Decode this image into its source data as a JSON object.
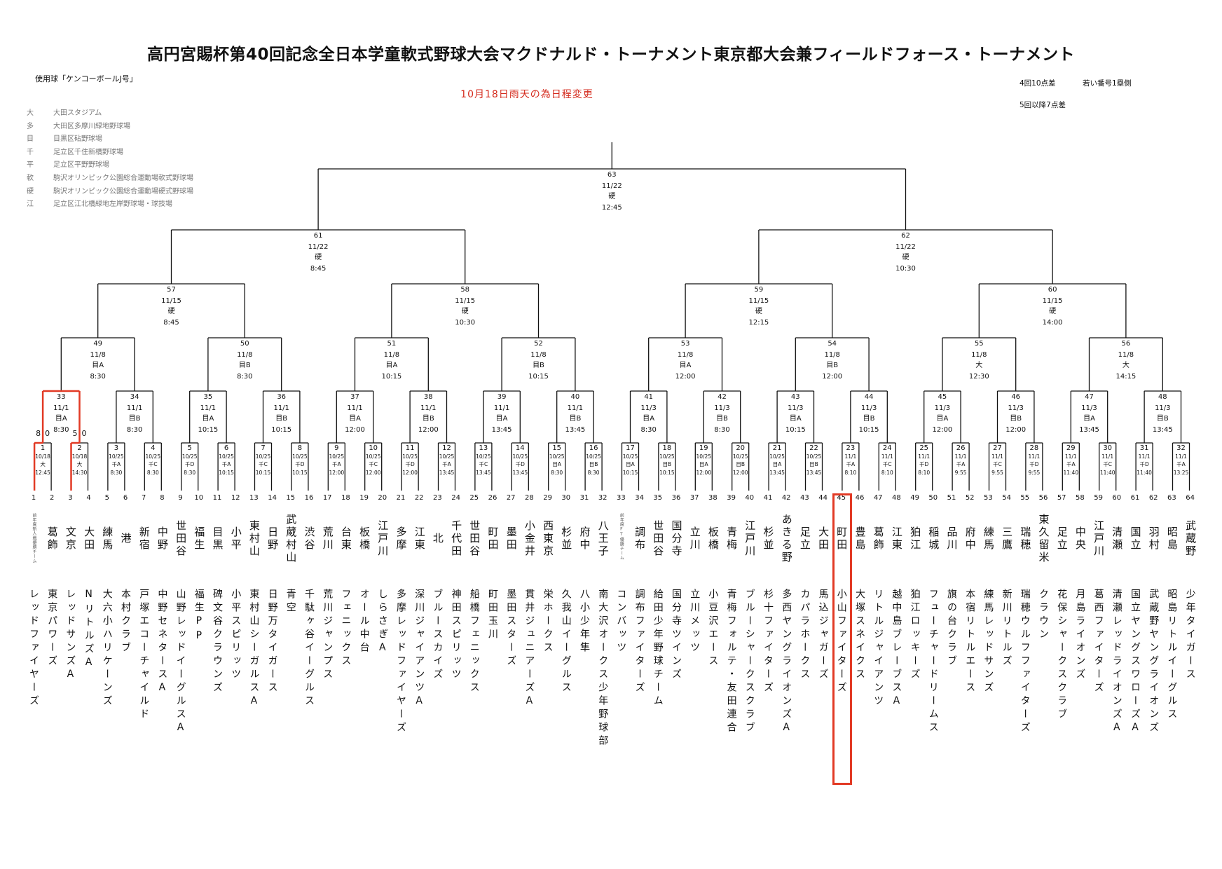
{
  "title": "高円宮賜杯第40回記念全日本学童軟式野球大会マクドナルド・トーナメント東京都大会兼フィールドフォース・トーナメント",
  "ball": "使用球「ケンコーボールJ号」",
  "notice": "10月18日雨天の為日程変更",
  "notes": {
    "rule4": "4回10点差",
    "side": "若い番号1塁側",
    "rule5": "5回以降7点差"
  },
  "legend": [
    {
      "code": "大",
      "name": "大田スタジアム"
    },
    {
      "code": "多",
      "name": "大田区多摩川緑地野球場"
    },
    {
      "code": "目",
      "name": "目黒区砧野球場"
    },
    {
      "code": "千",
      "name": "足立区千住新橋野球場"
    },
    {
      "code": "平",
      "name": "足立区平野野球場"
    },
    {
      "code": "軟",
      "name": "駒沢オリンピック公園総合運動場軟式野球場"
    },
    {
      "code": "硬",
      "name": "駒沢オリンピック公園総合運動場硬式野球場"
    },
    {
      "code": "江",
      "name": "足立区江北橋緑地左岸野球場・球技場"
    }
  ],
  "games": [
    {
      "no": "1",
      "date": "10/18",
      "venue": "大",
      "time": "12:45"
    },
    {
      "no": "2",
      "date": "10/18",
      "venue": "大",
      "time": "14:30"
    },
    {
      "no": "3",
      "date": "10/25",
      "venue": "千A",
      "time": "8:30"
    },
    {
      "no": "4",
      "date": "10/25",
      "venue": "千C",
      "time": "8:30"
    },
    {
      "no": "5",
      "date": "10/25",
      "venue": "千D",
      "time": "8:30"
    },
    {
      "no": "6",
      "date": "10/25",
      "venue": "千A",
      "time": "10:15"
    },
    {
      "no": "7",
      "date": "10/25",
      "venue": "千C",
      "time": "10:15"
    },
    {
      "no": "8",
      "date": "10/25",
      "venue": "千D",
      "time": "10:15"
    },
    {
      "no": "9",
      "date": "10/25",
      "venue": "千A",
      "time": "12:00"
    },
    {
      "no": "10",
      "date": "10/25",
      "venue": "千C",
      "time": "12:00"
    },
    {
      "no": "11",
      "date": "10/25",
      "venue": "千D",
      "time": "12:00"
    },
    {
      "no": "12",
      "date": "10/25",
      "venue": "千A",
      "time": "13:45"
    },
    {
      "no": "13",
      "date": "10/25",
      "venue": "千C",
      "time": "13:45"
    },
    {
      "no": "14",
      "date": "10/25",
      "venue": "千D",
      "time": "13:45"
    },
    {
      "no": "15",
      "date": "10/25",
      "venue": "目A",
      "time": "8:30"
    },
    {
      "no": "16",
      "date": "10/25",
      "venue": "目B",
      "time": "8:30"
    },
    {
      "no": "17",
      "date": "10/25",
      "venue": "目A",
      "time": "10:15"
    },
    {
      "no": "18",
      "date": "10/25",
      "venue": "目B",
      "time": "10:15"
    },
    {
      "no": "19",
      "date": "10/25",
      "venue": "目A",
      "time": "12:00"
    },
    {
      "no": "20",
      "date": "10/25",
      "venue": "目B",
      "time": "12:00"
    },
    {
      "no": "21",
      "date": "10/25",
      "venue": "目A",
      "time": "13:45"
    },
    {
      "no": "22",
      "date": "10/25",
      "venue": "目B",
      "time": "13:45"
    },
    {
      "no": "23",
      "date": "11/1",
      "venue": "千A",
      "time": "8:10"
    },
    {
      "no": "24",
      "date": "11/1",
      "venue": "千C",
      "time": "8:10"
    },
    {
      "no": "25",
      "date": "11/1",
      "venue": "千D",
      "time": "8:10"
    },
    {
      "no": "26",
      "date": "11/1",
      "venue": "千A",
      "time": "9:55"
    },
    {
      "no": "27",
      "date": "11/1",
      "venue": "千C",
      "time": "9:55"
    },
    {
      "no": "28",
      "date": "11/1",
      "venue": "千D",
      "time": "9:55"
    },
    {
      "no": "29",
      "date": "11/1",
      "venue": "千A",
      "time": "11:40"
    },
    {
      "no": "30",
      "date": "11/1",
      "venue": "千C",
      "time": "11:40"
    },
    {
      "no": "31",
      "date": "11/1",
      "venue": "千D",
      "time": "11:40"
    },
    {
      "no": "32",
      "date": "11/1",
      "venue": "千A",
      "time": "13:25"
    },
    {
      "no": "33",
      "date": "11/1",
      "venue": "目A",
      "time": "8:30"
    },
    {
      "no": "34",
      "date": "11/1",
      "venue": "目B",
      "time": "8:30"
    },
    {
      "no": "35",
      "date": "11/1",
      "venue": "目A",
      "time": "10:15"
    },
    {
      "no": "36",
      "date": "11/1",
      "venue": "目B",
      "time": "10:15"
    },
    {
      "no": "37",
      "date": "11/1",
      "venue": "目A",
      "time": "12:00"
    },
    {
      "no": "38",
      "date": "11/1",
      "venue": "目B",
      "time": "12:00"
    },
    {
      "no": "39",
      "date": "11/1",
      "venue": "目A",
      "time": "13:45"
    },
    {
      "no": "40",
      "date": "11/1",
      "venue": "目B",
      "time": "13:45"
    },
    {
      "no": "41",
      "date": "11/3",
      "venue": "目A",
      "time": "8:30"
    },
    {
      "no": "42",
      "date": "11/3",
      "venue": "目B",
      "time": "8:30"
    },
    {
      "no": "43",
      "date": "11/3",
      "venue": "目A",
      "time": "10:15"
    },
    {
      "no": "44",
      "date": "11/3",
      "venue": "目B",
      "time": "10:15"
    },
    {
      "no": "45",
      "date": "11/3",
      "venue": "目A",
      "time": "12:00"
    },
    {
      "no": "46",
      "date": "11/3",
      "venue": "目B",
      "time": "12:00"
    },
    {
      "no": "47",
      "date": "11/3",
      "venue": "目A",
      "time": "13:45"
    },
    {
      "no": "48",
      "date": "11/3",
      "venue": "目B",
      "time": "13:45"
    },
    {
      "no": "49",
      "date": "11/8",
      "venue": "目A",
      "time": "8:30"
    },
    {
      "no": "50",
      "date": "11/8",
      "venue": "目B",
      "time": "8:30"
    },
    {
      "no": "51",
      "date": "11/8",
      "venue": "目A",
      "time": "10:15"
    },
    {
      "no": "52",
      "date": "11/8",
      "venue": "目B",
      "time": "10:15"
    },
    {
      "no": "53",
      "date": "11/8",
      "venue": "目A",
      "time": "12:00"
    },
    {
      "no": "54",
      "date": "11/8",
      "venue": "目B",
      "time": "12:00"
    },
    {
      "no": "55",
      "date": "11/8",
      "venue": "大",
      "time": "12:30"
    },
    {
      "no": "56",
      "date": "11/8",
      "venue": "大",
      "time": "14:15"
    },
    {
      "no": "57",
      "date": "11/15",
      "venue": "硬",
      "time": "8:45"
    },
    {
      "no": "58",
      "date": "11/15",
      "venue": "硬",
      "time": "10:30"
    },
    {
      "no": "59",
      "date": "11/15",
      "venue": "硬",
      "time": "12:15"
    },
    {
      "no": "60",
      "date": "11/15",
      "venue": "硬",
      "time": "14:00"
    },
    {
      "no": "61",
      "date": "11/22",
      "venue": "硬",
      "time": "8:45"
    },
    {
      "no": "62",
      "date": "11/22",
      "venue": "硬",
      "time": "10:30"
    },
    {
      "no": "63",
      "date": "11/22",
      "venue": "硬",
      "time": "12:45"
    }
  ],
  "scores": [
    {
      "game": "1",
      "left": "8",
      "right": "0"
    },
    {
      "game": "2",
      "left": "5",
      "right": "0"
    }
  ],
  "teams": [
    {
      "no": "1",
      "area": "前年度新人戦優勝チーム",
      "name": "レッドファイヤーズ",
      "seed": true
    },
    {
      "no": "2",
      "area": "葛飾",
      "name": "東京パワーズ"
    },
    {
      "no": "3",
      "area": "文京",
      "name": "レッドサンズA"
    },
    {
      "no": "4",
      "area": "大田",
      "name": "NリトルズA"
    },
    {
      "no": "5",
      "area": "練馬",
      "name": "大六小ハリケーンズ"
    },
    {
      "no": "6",
      "area": "港",
      "name": "本村クラブ"
    },
    {
      "no": "7",
      "area": "新宿",
      "name": "戸塚エコーチャイルド"
    },
    {
      "no": "8",
      "area": "中野",
      "name": "中野セネタースA"
    },
    {
      "no": "9",
      "area": "世田谷",
      "name": "山野レッドイーグルスA"
    },
    {
      "no": "10",
      "area": "福生",
      "name": "福生PP"
    },
    {
      "no": "11",
      "area": "目黒",
      "name": "碑文谷クラウンズ"
    },
    {
      "no": "12",
      "area": "小平",
      "name": "小平スピリッツ"
    },
    {
      "no": "13",
      "area": "東村山",
      "name": "東村山シーガルスA"
    },
    {
      "no": "14",
      "area": "日野",
      "name": "日野万タイガース"
    },
    {
      "no": "15",
      "area": "武蔵村山",
      "name": "青空"
    },
    {
      "no": "16",
      "area": "渋谷",
      "name": "千駄ヶ谷イーグルス"
    },
    {
      "no": "17",
      "area": "荒川",
      "name": "荒川ジャンプス"
    },
    {
      "no": "18",
      "area": "台東",
      "name": "フェニックス"
    },
    {
      "no": "19",
      "area": "板橋",
      "name": "オール中台"
    },
    {
      "no": "20",
      "area": "江戸川",
      "name": "しらさぎA"
    },
    {
      "no": "21",
      "area": "多摩",
      "name": "多摩レッドファイヤーズ"
    },
    {
      "no": "22",
      "area": "江東",
      "name": "深川ジャイアンツA"
    },
    {
      "no": "23",
      "area": "北",
      "name": "ブルースカイズ"
    },
    {
      "no": "24",
      "area": "千代田",
      "name": "神田スピリッツ"
    },
    {
      "no": "25",
      "area": "世田谷",
      "name": "船橋フェニックス"
    },
    {
      "no": "26",
      "area": "町田",
      "name": "町田玉川"
    },
    {
      "no": "27",
      "area": "墨田",
      "name": "墨田スターズ"
    },
    {
      "no": "28",
      "area": "小金井",
      "name": "貫井ジュニアーズA"
    },
    {
      "no": "29",
      "area": "西東京",
      "name": "栄ホークス"
    },
    {
      "no": "30",
      "area": "杉並",
      "name": "久我山イーグルス"
    },
    {
      "no": "31",
      "area": "府中",
      "name": "八小少年隼"
    },
    {
      "no": "32",
      "area": "八王子",
      "name": "南大沢オークス少年野球部"
    },
    {
      "no": "33",
      "area": "前年度FT優勝チーム",
      "name": "コンバッツ",
      "seed": true
    },
    {
      "no": "34",
      "area": "調布",
      "name": "調布ファイターズ"
    },
    {
      "no": "35",
      "area": "世田谷",
      "name": "給田少年野球チーム"
    },
    {
      "no": "36",
      "area": "国分寺",
      "name": "国分寺ツインズ"
    },
    {
      "no": "37",
      "area": "立川",
      "name": "立川メッツ"
    },
    {
      "no": "38",
      "area": "板橋",
      "name": "小豆沢エース"
    },
    {
      "no": "39",
      "area": "青梅",
      "name": "青梅フォルテ・友田連合"
    },
    {
      "no": "40",
      "area": "江戸川",
      "name": "ブルーシャークスクラブ"
    },
    {
      "no": "41",
      "area": "杉並",
      "name": "杉十ファイターズ"
    },
    {
      "no": "42",
      "area": "あきる野",
      "name": "多西ヤングライオンズA"
    },
    {
      "no": "43",
      "area": "足立",
      "name": "カパラホークス"
    },
    {
      "no": "44",
      "area": "大田",
      "name": "馬込ジャガーズ"
    },
    {
      "no": "45",
      "area": "町田",
      "name": "小山ファイターズ"
    },
    {
      "no": "46",
      "area": "豊島",
      "name": "大塚スネイクス"
    },
    {
      "no": "47",
      "area": "葛飾",
      "name": "リトルジャイアンツ"
    },
    {
      "no": "48",
      "area": "江東",
      "name": "越中島ブレーブスA"
    },
    {
      "no": "49",
      "area": "狛江",
      "name": "狛江ロッキーズ"
    },
    {
      "no": "50",
      "area": "稲城",
      "name": "フューチャードリームス"
    },
    {
      "no": "51",
      "area": "品川",
      "name": "旗の台クラブ"
    },
    {
      "no": "52",
      "area": "府中",
      "name": "本宿リトルエース"
    },
    {
      "no": "53",
      "area": "練馬",
      "name": "練馬レッドサンズ"
    },
    {
      "no": "54",
      "area": "三鷹",
      "name": "新川リトルズ"
    },
    {
      "no": "55",
      "area": "瑞穂",
      "name": "瑞穂ウルフファイターズ"
    },
    {
      "no": "56",
      "area": "東久留米",
      "name": "クラウン"
    },
    {
      "no": "57",
      "area": "足立",
      "name": "花保シャークスクラブ"
    },
    {
      "no": "58",
      "area": "中央",
      "name": "月島ライオンズ"
    },
    {
      "no": "59",
      "area": "江戸川",
      "name": "葛西ファイターズ"
    },
    {
      "no": "60",
      "area": "清瀬",
      "name": "清瀬レッドライオンズA"
    },
    {
      "no": "61",
      "area": "国立",
      "name": "国立ヤングスワローズA"
    },
    {
      "no": "62",
      "area": "羽村",
      "name": "武蔵野ヤングライオンズ"
    },
    {
      "no": "63",
      "area": "昭島",
      "name": "昭島リトルイーグルス"
    },
    {
      "no": "64",
      "area": "武蔵野",
      "name": "少年タイガース"
    }
  ],
  "highlight_team": "45",
  "colors": {
    "line": "#111111",
    "highlight": "#e23a25",
    "notice": "#d42a1c",
    "legend": "#777777"
  }
}
